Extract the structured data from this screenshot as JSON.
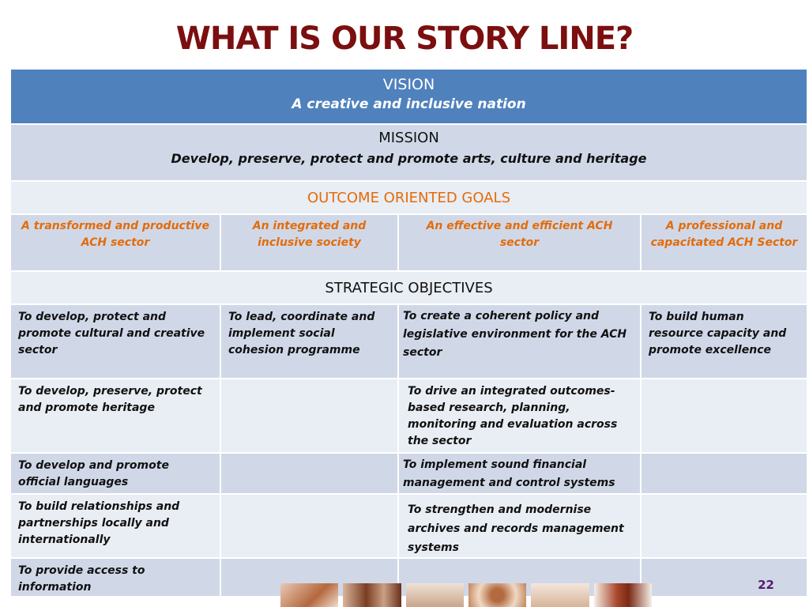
{
  "title": "WHAT IS OUR STORY LINE?",
  "vision": {
    "heading": "VISION",
    "text": "A creative and inclusive nation"
  },
  "mission": {
    "heading": "MISSION",
    "text": "Develop, preserve, protect and promote arts, culture and heritage"
  },
  "goals": {
    "heading": "OUTCOME ORIENTED GOALS",
    "items": [
      "A transformed and productive ACH sector",
      "An integrated and inclusive society",
      "An effective and efficient ACH sector",
      "A professional and capacitated ACH Sector"
    ]
  },
  "strategic_objectives": {
    "heading": "STRATEGIC OBJECTIVES",
    "rows": [
      [
        "To develop, protect and promote cultural and creative sector",
        "To lead, coordinate and implement social cohesion programme",
        "To create a coherent policy and legislative environment for the ACH sector",
        "To build human resource capacity and promote excellence"
      ],
      [
        "To develop, preserve, protect and promote heritage",
        "",
        "To drive an integrated outcomes-based research, planning, monitoring and evaluation across the sector",
        ""
      ],
      [
        "To develop and promote official languages",
        "",
        "To implement sound financial management and control systems",
        ""
      ],
      [
        "To build relationships and partnerships locally and internationally",
        "",
        "To strengthen and modernise archives and records management systems",
        ""
      ],
      [
        "To provide access to information",
        "",
        "",
        ""
      ]
    ]
  },
  "page_number": "22",
  "colors": {
    "title": "#7b0f0f",
    "vision_bg": "#4f81bd",
    "row_dark": "#d0d8e8",
    "row_light": "#e9edf4",
    "goal_text": "#e36c09",
    "page_number": "#5b1a6e"
  },
  "footer_images": [
    "photo-hands-icon",
    "photo-dancers-icon",
    "photo-fabric-icon",
    "photo-beadwork-icon",
    "photo-pottery-icon",
    "photo-performer-icon"
  ]
}
